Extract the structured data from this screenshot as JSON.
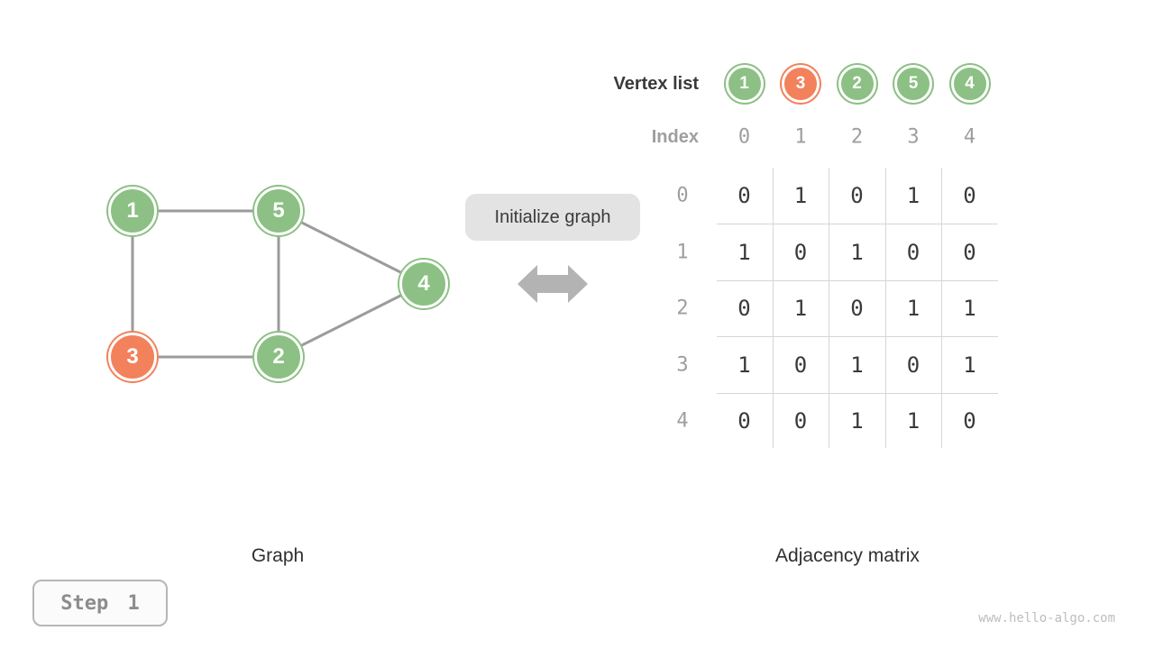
{
  "colors": {
    "green": "#8cc084",
    "orange": "#f2815c",
    "edge": "#9b9b9b",
    "grid_line": "#d6d6d6",
    "gray_text": "#9e9e9e",
    "dark_text": "#3a3a3a",
    "pill_bg": "#e3e3e3",
    "arrow": "#b3b3b3"
  },
  "graph": {
    "label": "Graph",
    "nodes": [
      {
        "id": "1",
        "color": "green"
      },
      {
        "id": "5",
        "color": "green"
      },
      {
        "id": "4",
        "color": "green"
      },
      {
        "id": "3",
        "color": "orange"
      },
      {
        "id": "2",
        "color": "green"
      }
    ],
    "edges": [
      [
        "1",
        "5"
      ],
      [
        "1",
        "3"
      ],
      [
        "5",
        "2"
      ],
      [
        "5",
        "4"
      ],
      [
        "3",
        "2"
      ],
      [
        "2",
        "4"
      ]
    ]
  },
  "transform": {
    "label": "Initialize graph",
    "arrow_icon": "double-headed-arrow"
  },
  "matrix_panel": {
    "vertex_list_label": "Vertex list",
    "index_label": "Index",
    "vertices": [
      {
        "id": "1",
        "color": "green"
      },
      {
        "id": "3",
        "color": "orange"
      },
      {
        "id": "2",
        "color": "green"
      },
      {
        "id": "5",
        "color": "green"
      },
      {
        "id": "4",
        "color": "green"
      }
    ],
    "indices": [
      "0",
      "1",
      "2",
      "3",
      "4"
    ],
    "row_labels": [
      "0",
      "1",
      "2",
      "3",
      "4"
    ],
    "rows": [
      [
        "0",
        "1",
        "0",
        "1",
        "0"
      ],
      [
        "1",
        "0",
        "1",
        "0",
        "0"
      ],
      [
        "0",
        "1",
        "0",
        "1",
        "1"
      ],
      [
        "1",
        "0",
        "1",
        "0",
        "1"
      ],
      [
        "0",
        "0",
        "1",
        "1",
        "0"
      ]
    ],
    "label": "Adjacency matrix"
  },
  "step_button": {
    "label": "Step 1"
  },
  "watermark": "www.hello-algo.com"
}
